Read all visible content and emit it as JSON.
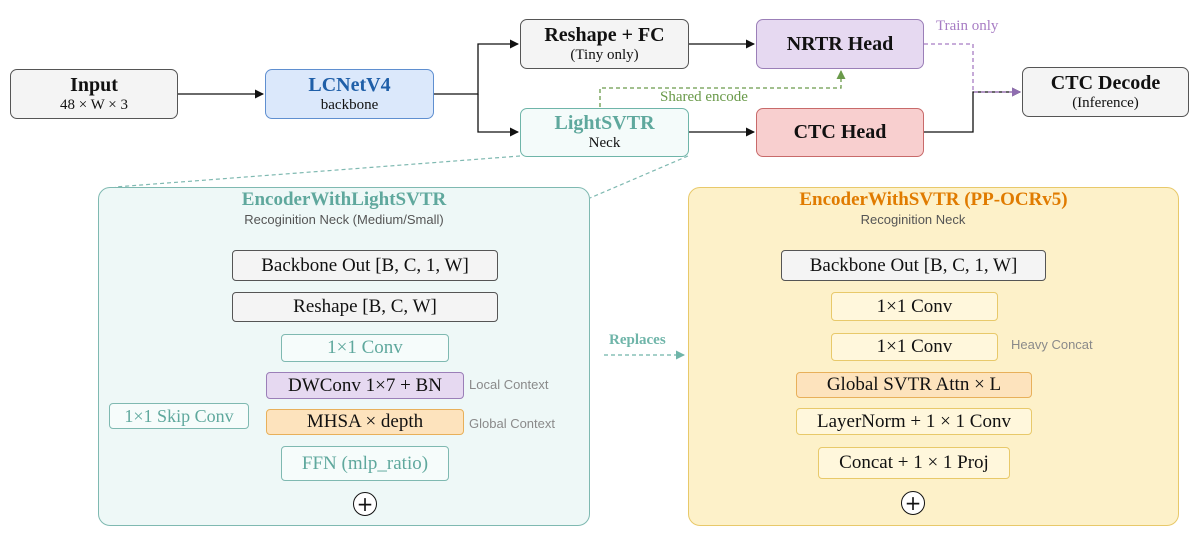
{
  "top": {
    "input": {
      "title": "Input",
      "sub": "48 × W × 3"
    },
    "backbone": {
      "title": "LCNetV4",
      "sub": "backbone"
    },
    "reshape_fc": {
      "title": "Reshape + FC",
      "sub": "(Tiny only)"
    },
    "lightsvtr": {
      "title": "LightSVTR",
      "sub": "Neck"
    },
    "nrtr_head": {
      "title": "NRTR Head"
    },
    "ctc_head": {
      "title": "CTC Head"
    },
    "ctc_decode": {
      "title": "CTC Decode",
      "sub": "(Inference)"
    },
    "train_only": "Train only",
    "shared_encode": "Shared encode"
  },
  "left_panel": {
    "title": "EncoderWithLightSVTR",
    "subtitle": "Recoginition Neck (Medium/Small)",
    "blocks": {
      "backbone_out": "Backbone Out [B, C, 1, W]",
      "reshape": "Reshape [B, C, W]",
      "conv1x1": "1×1 Conv",
      "dwconv": "DWConv 1×7 + BN",
      "mhsa": "MHSA × depth",
      "ffn": "FFN (mlp_ratio)",
      "skip": "1×1 Skip Conv"
    },
    "annotations": {
      "local": "Local Context",
      "global": "Global Context"
    }
  },
  "replaces": "Replaces",
  "right_panel": {
    "title": "EncoderWithSVTR (PP-OCRv5)",
    "subtitle": "Recoginition Neck",
    "blocks": {
      "backbone_out": "Backbone Out [B, C, 1, W]",
      "conv_a": "1×1 Conv",
      "conv_b": "1×1 Conv",
      "global_attn": "Global SVTR Attn × L",
      "layernorm": "LayerNorm + 1 × 1 Conv",
      "concat": "Concat + 1 × 1 Proj"
    },
    "annotations": {
      "heavy_concat": "Heavy Concat"
    }
  },
  "colors": {
    "teal": "#5fa89d",
    "orange": "#e07b00",
    "green_dashed": "#6a9a4a",
    "purple_dashed": "#a77cc4",
    "dark_blue": "#1f5fa8"
  }
}
